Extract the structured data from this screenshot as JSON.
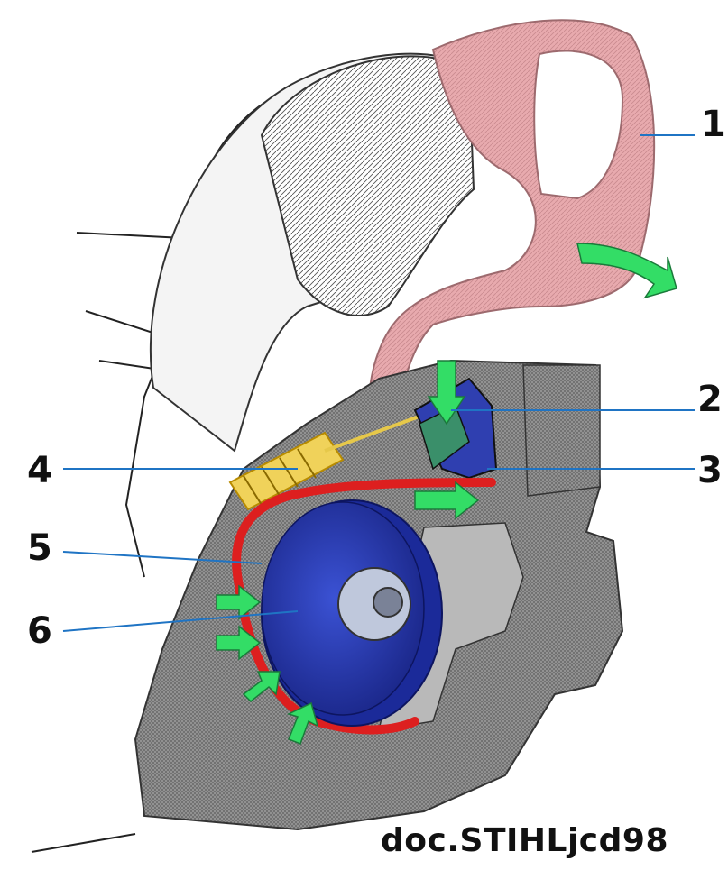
{
  "callouts": [
    {
      "id": "1",
      "label": "1"
    },
    {
      "id": "2",
      "label": "2"
    },
    {
      "id": "3",
      "label": "3"
    },
    {
      "id": "4",
      "label": "4"
    },
    {
      "id": "5",
      "label": "5"
    },
    {
      "id": "6",
      "label": "6"
    }
  ],
  "credit": "doc.STIHLjcd98",
  "colors": {
    "handguard": "#e6a6aa",
    "housing": "#8f8f8f",
    "drum": "#2d3fb8",
    "brake_band": "#dd1f1f",
    "spring": "#e6c84a",
    "arrows": "#33dd66",
    "leader_lines": "#1f74c4"
  }
}
